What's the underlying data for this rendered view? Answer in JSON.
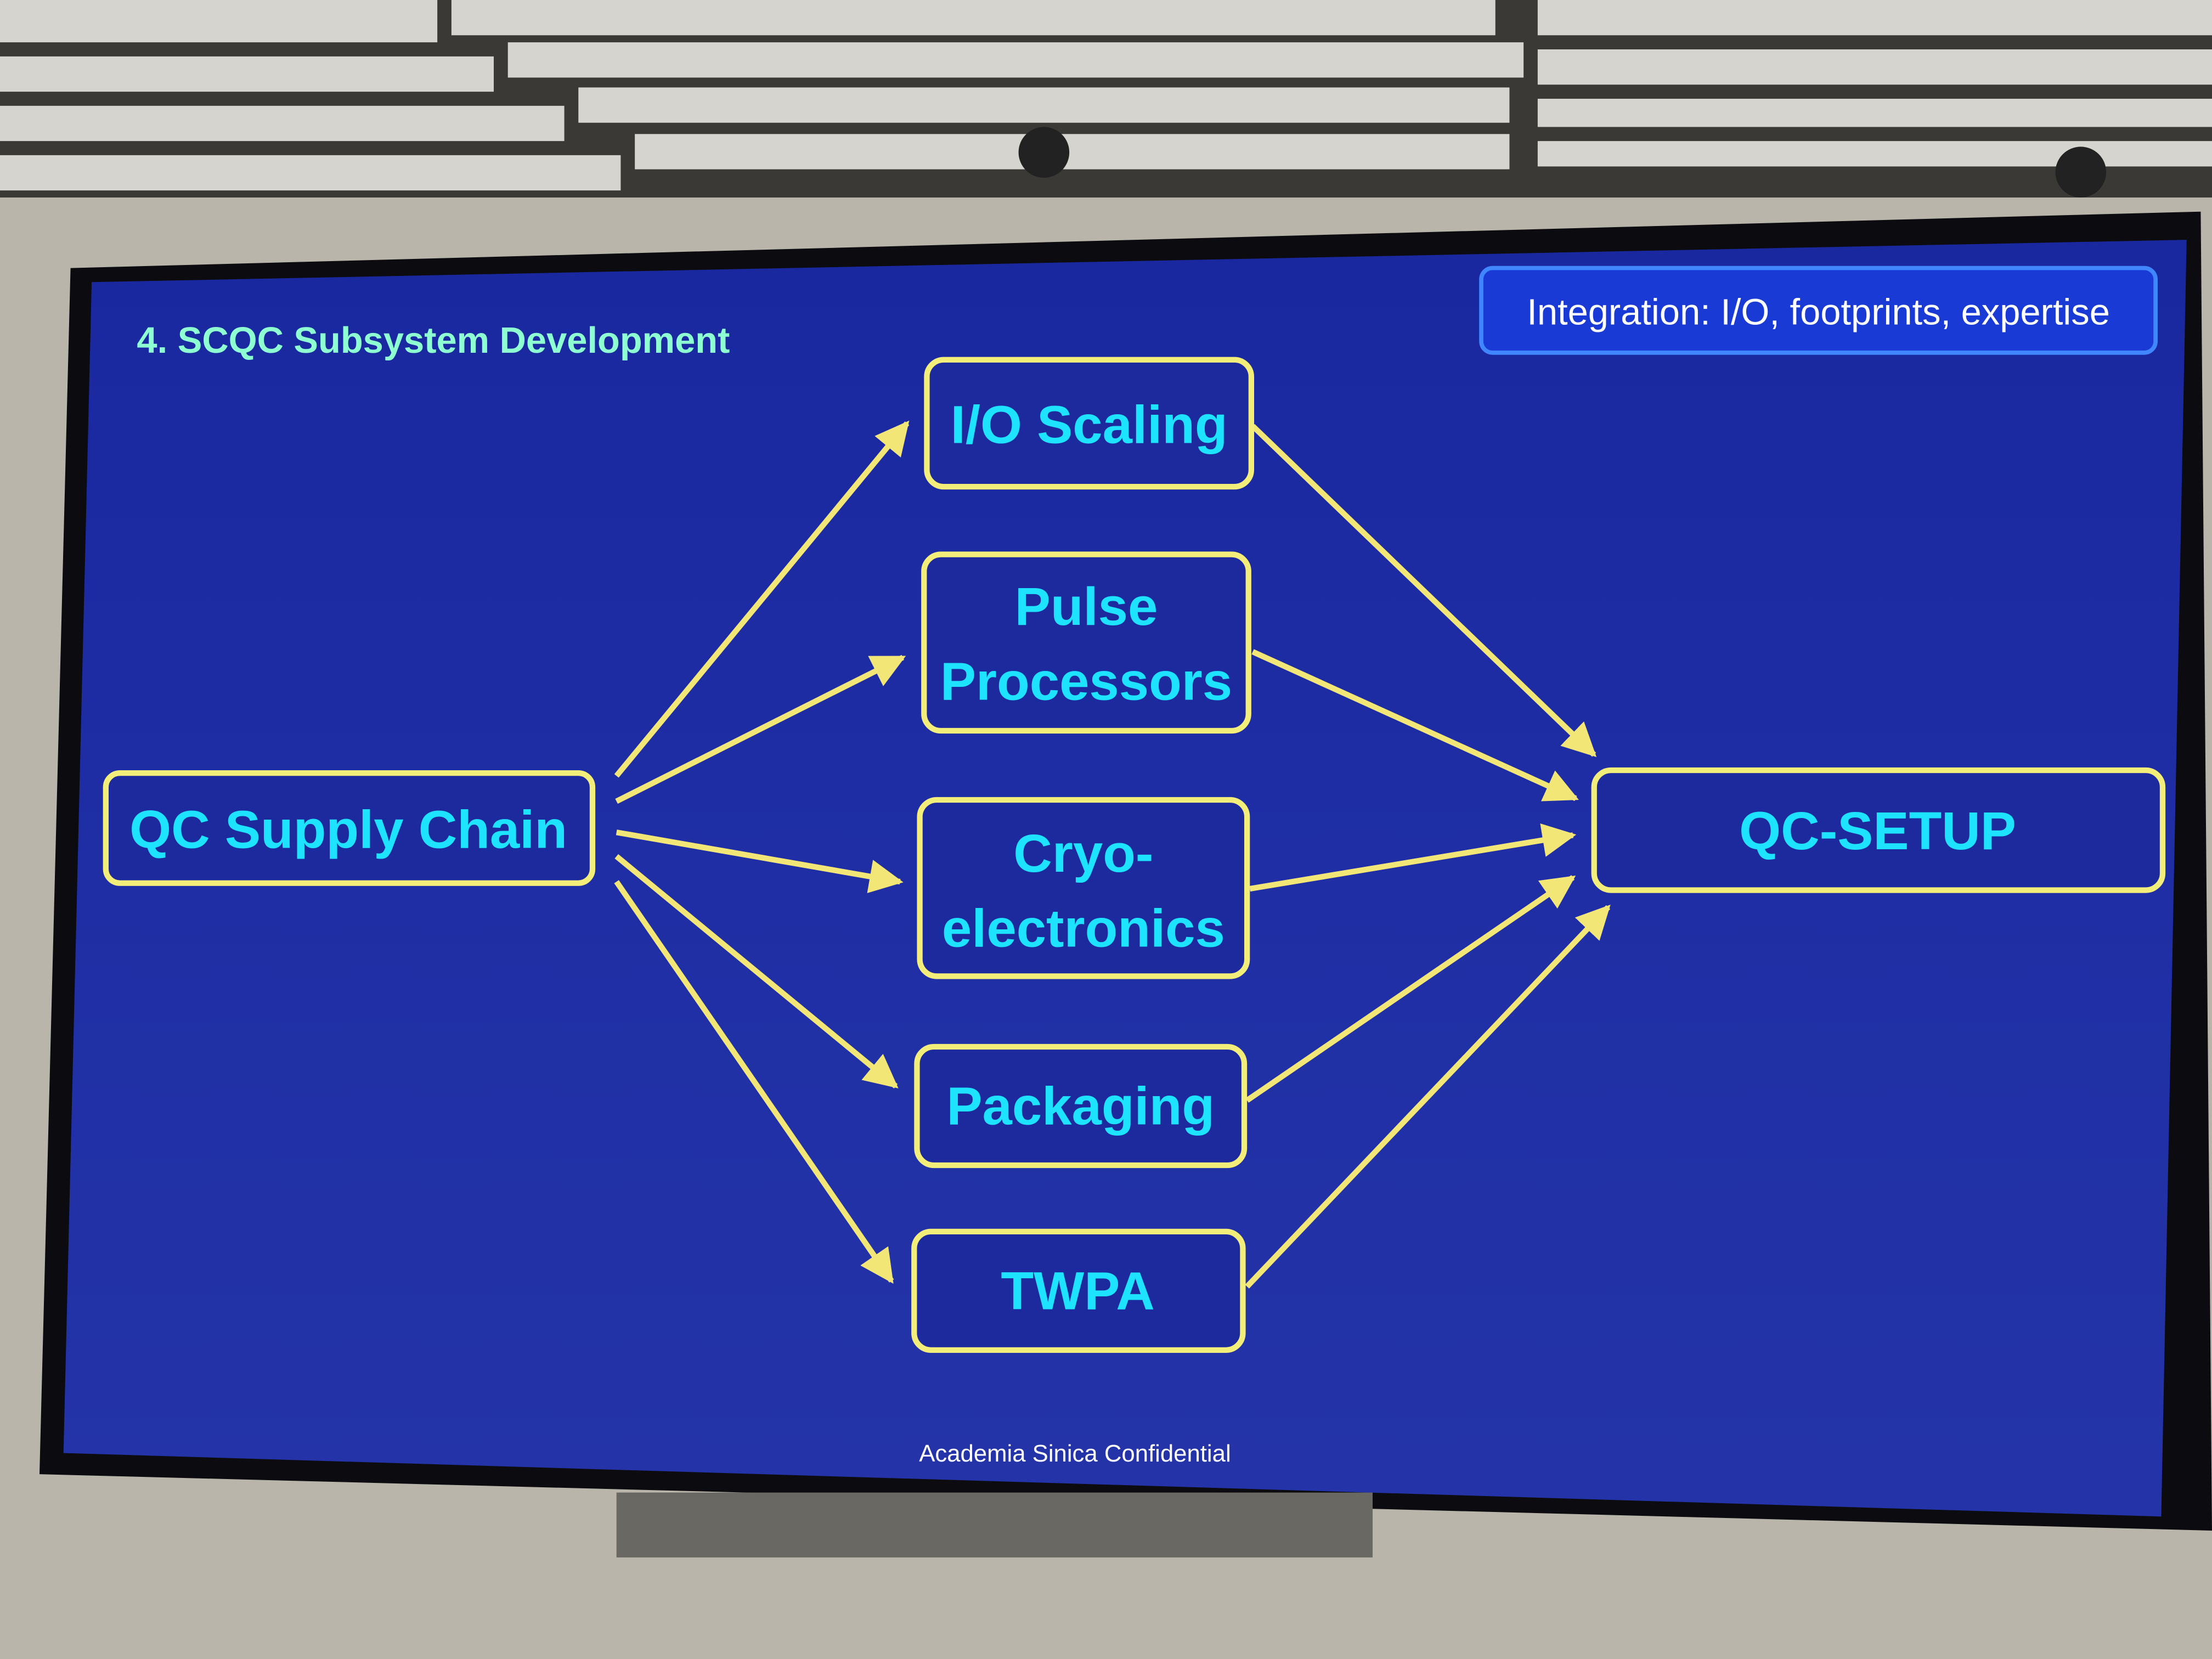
{
  "slide": {
    "title": "4. SCQC Subsystem Development",
    "integration_label": "Integration: I/O, footprints, expertise",
    "footer": "Academia Sinica Confidential"
  },
  "diagram": {
    "source": "QC Supply Chain",
    "target": "QC-SETUP",
    "subsystems": [
      {
        "lines": [
          "I/O Scaling"
        ]
      },
      {
        "lines": [
          "Pulse",
          "Processors"
        ]
      },
      {
        "lines": [
          "Cryo-",
          "electronics"
        ]
      },
      {
        "lines": [
          "Packaging"
        ]
      },
      {
        "lines": [
          "TWPA"
        ]
      }
    ]
  },
  "colors": {
    "slide_bg": "#1d2a9e",
    "box_border": "#f3ee7a",
    "box_text": "#1ee3ff",
    "title_text": "#8dffd0",
    "arrow": "#f2e676"
  }
}
